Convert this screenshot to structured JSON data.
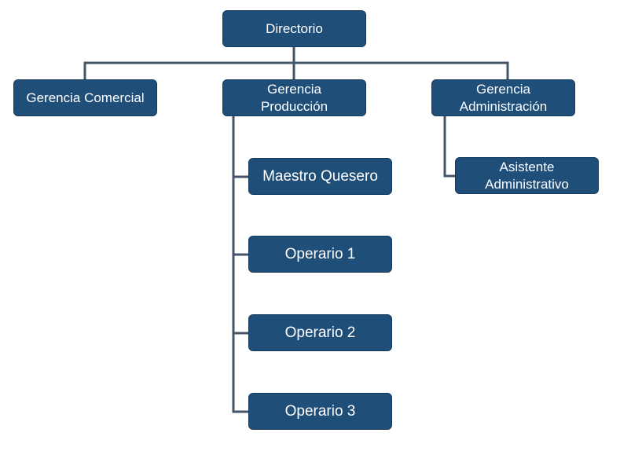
{
  "colors": {
    "box_fill": "#1f4e79",
    "box_text": "#ffffff",
    "connector": "#44546a"
  },
  "nodes": {
    "directorio": "Directorio",
    "gerencia_comercial": "Gerencia Comercial",
    "gerencia_produccion": "Gerencia\nProducción",
    "gerencia_administracion": "Gerencia\nAdministración",
    "maestro_quesero": "Maestro Quesero",
    "operario_1": "Operario 1",
    "operario_2": "Operario 2",
    "operario_3": "Operario 3",
    "asistente_administrativo": "Asistente\nAdministrativo"
  }
}
